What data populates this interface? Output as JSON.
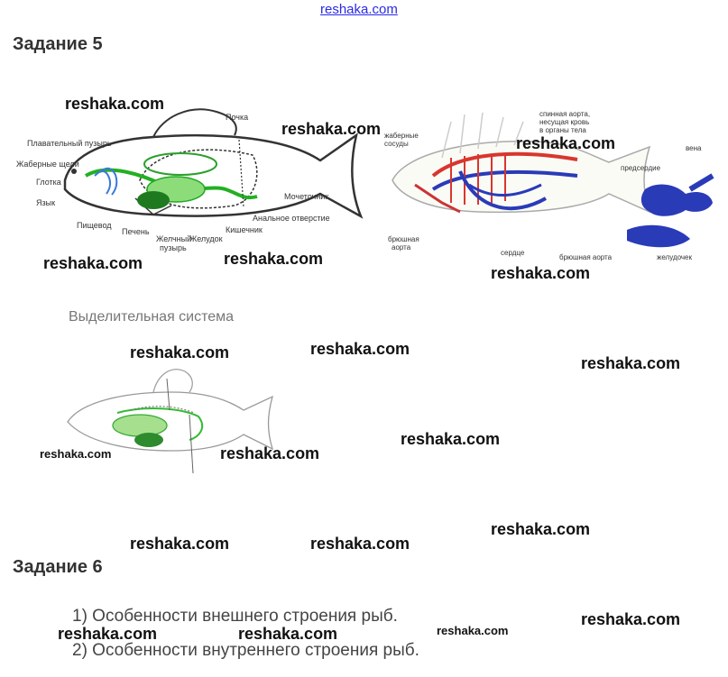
{
  "site_link": "reshaka.com",
  "task5": {
    "title": "Задание 5"
  },
  "fig1": {
    "labels": {
      "pochka": "Почка",
      "plavatelny": "Плавательный пузырь",
      "zhabernye_scheli": "Жаберные щели",
      "glotka": "Глотка",
      "yazyk": "Язык",
      "pischevod": "Пищевод",
      "pechen": "Печень",
      "zhelchny1": "Желчный",
      "zhelchny2": "пузырь",
      "zheludok": "Желудок",
      "kishechnik": "Кишечник",
      "analnoe": "Анальное отверстие",
      "mochetochnik": "Мочеточник"
    }
  },
  "fig2": {
    "labels": {
      "zhabernye1": "жаберные",
      "zhabernye2": "сосуды",
      "spinnaya1": "спинная аорта,",
      "spinnaya2": "несущая кровь",
      "spinnaya3": "в органы тела",
      "bryushnaya1": "брюшная",
      "bryushnaya2": "аорта",
      "serdce": "сердце",
      "vena": "вена",
      "predserdie": "предсердие",
      "bryushnaya_aorta": "брюшная аорта",
      "zheludochek": "желудочек"
    }
  },
  "excretory_caption": "Выделительная система",
  "task6": {
    "title": "Задание 6",
    "items": [
      "1)  Особенности внешнего строения рыб.",
      "2)  Особенности внутреннего строения рыб."
    ]
  },
  "watermarks": [
    "reshaka.com"
  ]
}
